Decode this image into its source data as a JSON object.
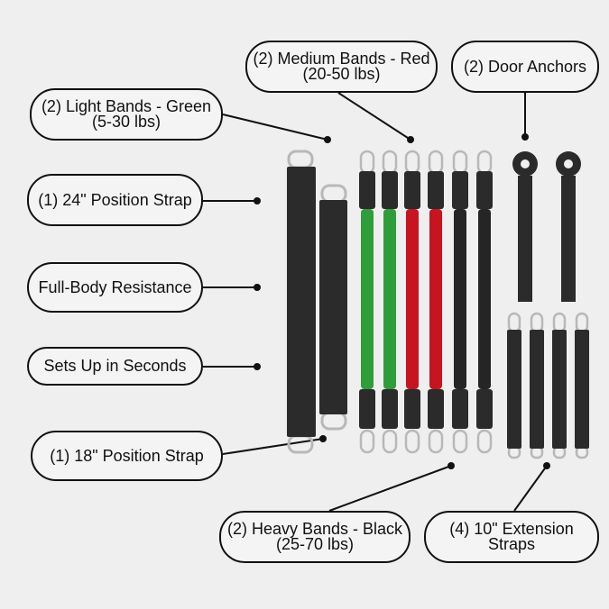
{
  "callouts": {
    "light_bands": "(2) Light Bands - Green (5-30 lbs)",
    "strap_24": "(1) 24\" Position Strap",
    "full_body": "Full-Body Resistance",
    "sets_up": "Sets Up in Seconds",
    "strap_18": "(1) 18\" Position Strap",
    "medium_bands": "(2) Medium Bands - Red (20-50 lbs)",
    "door_anchors": "(2) Door Anchors",
    "heavy_bands": "(2) Heavy Bands - Black (25-70 lbs)",
    "extension_straps": "(4) 10\" Extension Straps"
  },
  "colors": {
    "background": "#efefef",
    "strap": "#2b2b2b",
    "green_band": "#2f9e3a",
    "red_band": "#c8141e",
    "black_band": "#252525",
    "metal": "#b8b8b8"
  }
}
